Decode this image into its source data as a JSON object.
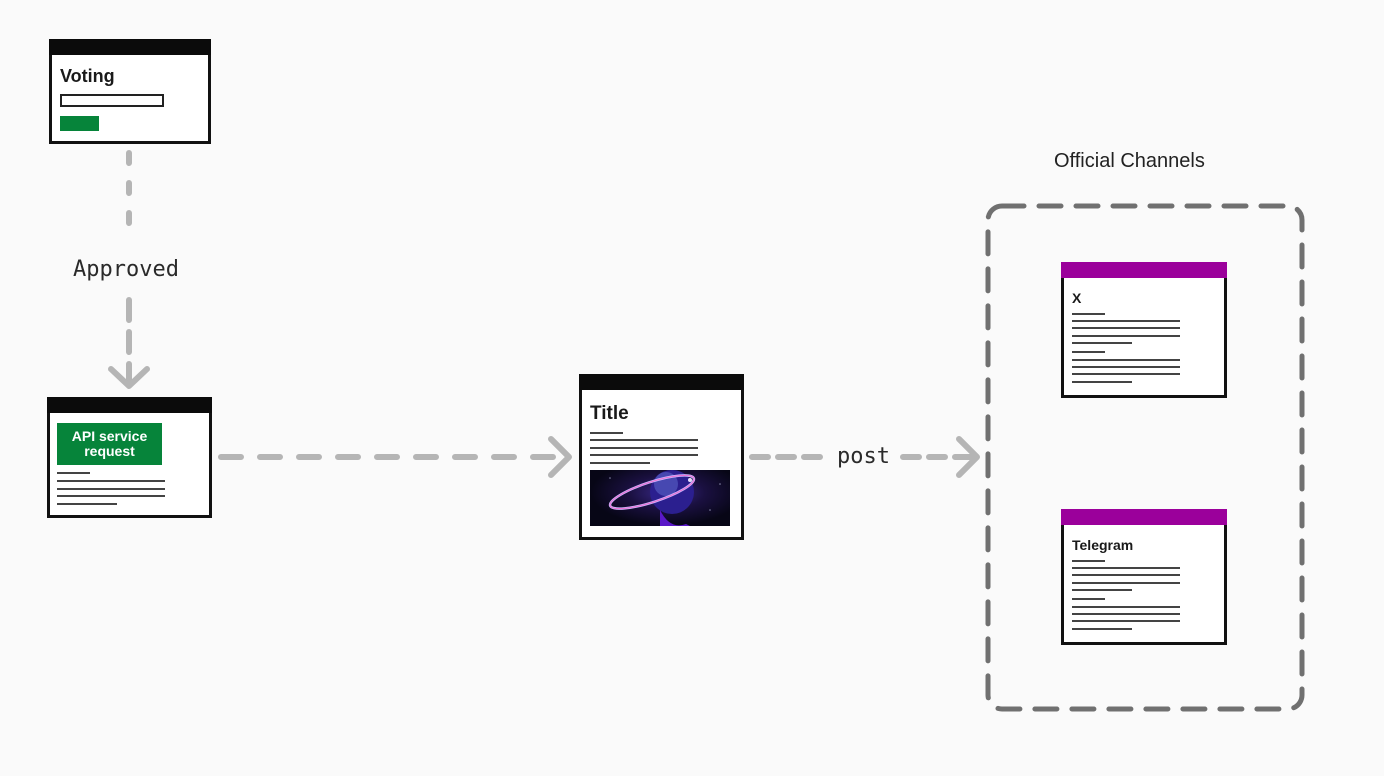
{
  "nodes": {
    "voting": {
      "title": "Voting"
    },
    "api_request": {
      "title": "API service request"
    },
    "post": {
      "title": "Title",
      "image": "planet-image"
    },
    "x": {
      "title": "X"
    },
    "telegram": {
      "title": "Telegram"
    }
  },
  "edges": {
    "approved_label": "Approved",
    "post_label": "post"
  },
  "group": {
    "title": "Official Channels"
  },
  "colors": {
    "background": "#fafafa",
    "header_dark": "#0b0b0b",
    "header_social": "#9b009b",
    "button_green": "#06843a",
    "arrow_gray": "#b5b5b5",
    "group_border": "#707070"
  }
}
